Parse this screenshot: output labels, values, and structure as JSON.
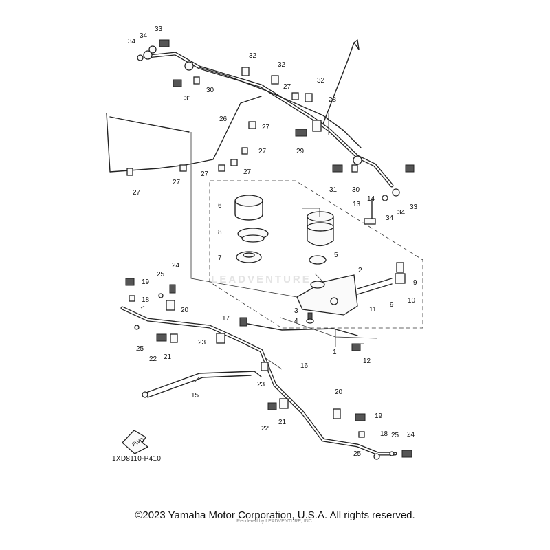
{
  "diagram": {
    "code": "1XD8110-P410",
    "direction_label": "FWD",
    "watermark": "LEADVENTURE",
    "copyright": "©2023 Yamaha Motor Corporation, U.S.A. All rights reserved.",
    "render_note": "Rendered by LEADVENTURE, INC.",
    "callouts": [
      {
        "id": "c1",
        "label": "1"
      },
      {
        "id": "c2",
        "label": "2"
      },
      {
        "id": "c3",
        "label": "3"
      },
      {
        "id": "c4",
        "label": "4"
      },
      {
        "id": "c5",
        "label": "5"
      },
      {
        "id": "c6",
        "label": "6"
      },
      {
        "id": "c7",
        "label": "7"
      },
      {
        "id": "c8",
        "label": "8"
      },
      {
        "id": "c9a",
        "label": "9"
      },
      {
        "id": "c9b",
        "label": "9"
      },
      {
        "id": "c10",
        "label": "10"
      },
      {
        "id": "c11",
        "label": "11"
      },
      {
        "id": "c12",
        "label": "12"
      },
      {
        "id": "c13",
        "label": "13"
      },
      {
        "id": "c14",
        "label": "14"
      },
      {
        "id": "c15",
        "label": "15"
      },
      {
        "id": "c16",
        "label": "16"
      },
      {
        "id": "c17",
        "label": "17"
      },
      {
        "id": "c18a",
        "label": "18"
      },
      {
        "id": "c18b",
        "label": "18"
      },
      {
        "id": "c19a",
        "label": "19"
      },
      {
        "id": "c19b",
        "label": "19"
      },
      {
        "id": "c20a",
        "label": "20"
      },
      {
        "id": "c20b",
        "label": "20"
      },
      {
        "id": "c21a",
        "label": "21"
      },
      {
        "id": "c21b",
        "label": "21"
      },
      {
        "id": "c22a",
        "label": "22"
      },
      {
        "id": "c22b",
        "label": "22"
      },
      {
        "id": "c23a",
        "label": "23"
      },
      {
        "id": "c23b",
        "label": "23"
      },
      {
        "id": "c24a",
        "label": "24"
      },
      {
        "id": "c24b",
        "label": "24"
      },
      {
        "id": "c25a",
        "label": "25"
      },
      {
        "id": "c25b",
        "label": "25"
      },
      {
        "id": "c25c",
        "label": "25"
      },
      {
        "id": "c26",
        "label": "26"
      },
      {
        "id": "c27a",
        "label": "27"
      },
      {
        "id": "c27b",
        "label": "27"
      },
      {
        "id": "c27c",
        "label": "27"
      },
      {
        "id": "c27d",
        "label": "27"
      },
      {
        "id": "c27e",
        "label": "27"
      },
      {
        "id": "c27f",
        "label": "27"
      },
      {
        "id": "c27g",
        "label": "27"
      },
      {
        "id": "c28",
        "label": "28"
      },
      {
        "id": "c29",
        "label": "29"
      },
      {
        "id": "c30a",
        "label": "30"
      },
      {
        "id": "c30b",
        "label": "30"
      },
      {
        "id": "c31a",
        "label": "31"
      },
      {
        "id": "c31b",
        "label": "31"
      },
      {
        "id": "c32a",
        "label": "32"
      },
      {
        "id": "c32b",
        "label": "32"
      },
      {
        "id": "c32c",
        "label": "32"
      },
      {
        "id": "c33a",
        "label": "33"
      },
      {
        "id": "c33b",
        "label": "33"
      },
      {
        "id": "c34a",
        "label": "34"
      },
      {
        "id": "c34b",
        "label": "34"
      },
      {
        "id": "c34c",
        "label": "34"
      },
      {
        "id": "c34d",
        "label": "34"
      }
    ]
  }
}
